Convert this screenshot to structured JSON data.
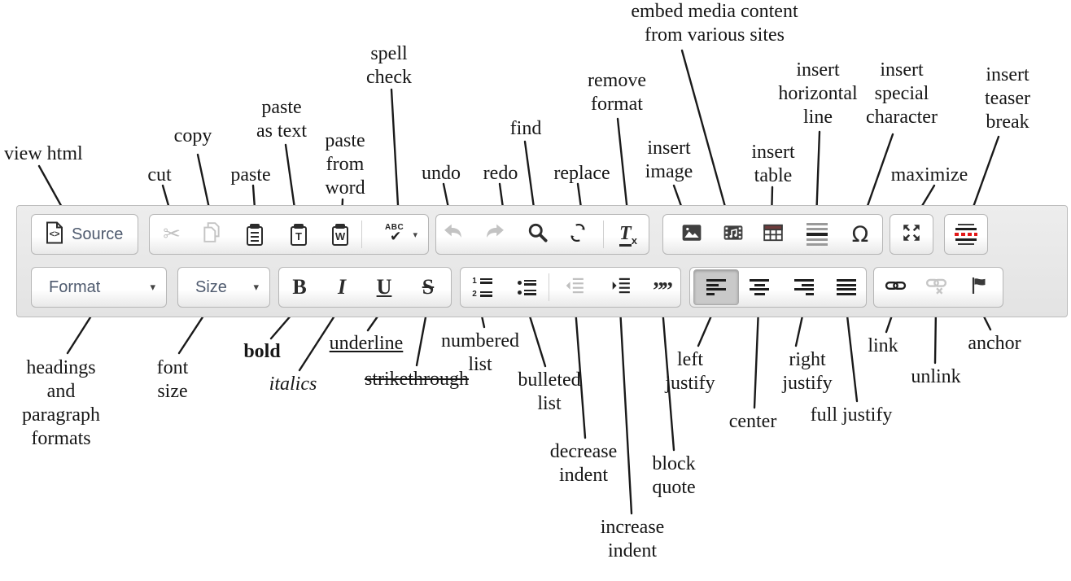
{
  "meta": {
    "description": "Annotated diagram of a rich text editor (CKEditor-style) toolbar with callout labels for every button"
  },
  "colors": {
    "toolbar_bg": "#e8e8e8",
    "toolbar_border": "#bcbcbc",
    "button_bg": "#ffffff",
    "button_border": "#b6b6b6",
    "icon": "#2b2b2b",
    "icon_disabled": "#c2c2c2",
    "blue_gray_text": "#4e5a6e",
    "label_text": "#161616",
    "line": "#1a1a1a",
    "teaser_red": "#e21818",
    "pressed_bg": "#c9c9c9",
    "table_header": "#6e3b3b"
  },
  "toolbar": {
    "source": {
      "label": "Source"
    },
    "format_dropdown": {
      "label": "Format",
      "caret": "▾"
    },
    "size_dropdown": {
      "label": "Size",
      "caret": "▾"
    },
    "glyphs": {
      "cut": "✂",
      "bold": "B",
      "italic": "I",
      "underline": "U",
      "strike": "S",
      "omega": "Ω",
      "spell_abc": "ABC",
      "spell_check": "✔",
      "spell_caret": "▾",
      "quote": "””",
      "tx_t": "T",
      "tx_x": "x",
      "paste_t": "T",
      "paste_w": "W",
      "source_brackets": "<>",
      "ol_1": "1",
      "ol_2": "2"
    },
    "icons": {
      "source-icon": "document with <> code brackets",
      "cut-icon": "scissors (disabled)",
      "copy-icon": "two pages (disabled)",
      "paste-icon": "clipboard with lines",
      "paste-as-text-icon": "clipboard with T",
      "paste-from-word-icon": "clipboard with W",
      "spell-check-icon": "ABC over checkmark with dropdown caret",
      "undo-icon": "curved arrow left (disabled)",
      "redo-icon": "curved arrow right (disabled)",
      "find-icon": "magnifying glass",
      "replace-icon": "b and a with swap arrows",
      "remove-format-icon": "underlined italic T with subscript x",
      "insert-image-icon": "picture with mountains",
      "embed-media-icon": "dark media/filmstrip block with note",
      "insert-table-icon": "grid with dark header row",
      "horizontal-line-icon": "stacked lines with dark center line",
      "special-character-icon": "omega",
      "maximize-icon": "four outward arrows",
      "teaser-break-icon": "lines with red dashed center line",
      "numbered-list-icon": "1 2 with line pairs",
      "bulleted-list-icon": "dots with line pairs",
      "decrease-indent-icon": "left arrow with lines (disabled)",
      "increase-indent-icon": "right arrow with lines",
      "block-quote-icon": "double close quotes",
      "align-left-icon": "left-aligned bars (pressed)",
      "align-center-icon": "centered bars",
      "align-right-icon": "right-aligned bars",
      "align-justify-icon": "full-width bars",
      "link-icon": "chain links",
      "unlink-icon": "broken chain with x (disabled)",
      "anchor-icon": "flag"
    }
  },
  "callouts": {
    "top": [
      {
        "text": "view html",
        "target": "source-button"
      },
      {
        "text": "cut",
        "target": "cut-button"
      },
      {
        "text": "copy",
        "target": "copy-button"
      },
      {
        "text": "paste",
        "target": "paste-button"
      },
      {
        "text": "paste\nas text",
        "target": "paste-as-text-button"
      },
      {
        "text": "paste\nfrom\nword",
        "target": "paste-from-word-button"
      },
      {
        "text": "spell\ncheck",
        "target": "spell-check-button"
      },
      {
        "text": "undo",
        "target": "undo-button"
      },
      {
        "text": "redo",
        "target": "redo-button"
      },
      {
        "text": "find",
        "target": "find-button"
      },
      {
        "text": "replace",
        "target": "replace-button"
      },
      {
        "text": "remove\nformat",
        "target": "remove-format-button"
      },
      {
        "text": "insert\nimage",
        "target": "insert-image-button"
      },
      {
        "text": "embed media content\nfrom various sites",
        "target": "embed-media-button"
      },
      {
        "text": "insert\ntable",
        "target": "insert-table-button"
      },
      {
        "text": "insert\nhorizontal\nline",
        "target": "horizontal-line-button"
      },
      {
        "text": "insert\nspecial\ncharacter",
        "target": "special-character-button"
      },
      {
        "text": "maximize",
        "target": "maximize-button"
      },
      {
        "text": "insert\nteaser\nbreak",
        "target": "teaser-break-button"
      }
    ],
    "bottom": [
      {
        "text": "headings\nand\nparagraph\nformats",
        "target": "format-dropdown"
      },
      {
        "text": "font\nsize",
        "target": "size-dropdown"
      },
      {
        "text": "bold",
        "target": "bold-button"
      },
      {
        "text": "italics",
        "target": "italic-button"
      },
      {
        "text": "underline",
        "target": "underline-button"
      },
      {
        "text": "strikethrough",
        "target": "strikethrough-button"
      },
      {
        "text": "numbered\nlist",
        "target": "numbered-list-button"
      },
      {
        "text": "bulleted\nlist",
        "target": "bulleted-list-button"
      },
      {
        "text": "decrease\nindent",
        "target": "decrease-indent-button"
      },
      {
        "text": "increase\nindent",
        "target": "increase-indent-button"
      },
      {
        "text": "block\nquote",
        "target": "block-quote-button"
      },
      {
        "text": "left\njustify",
        "target": "align-left-button"
      },
      {
        "text": "center",
        "target": "align-center-button"
      },
      {
        "text": "right\njustify",
        "target": "align-right-button"
      },
      {
        "text": "full justify",
        "target": "align-justify-button"
      },
      {
        "text": "link",
        "target": "link-button"
      },
      {
        "text": "unlink",
        "target": "unlink-button"
      },
      {
        "text": "anchor",
        "target": "anchor-button"
      }
    ]
  }
}
